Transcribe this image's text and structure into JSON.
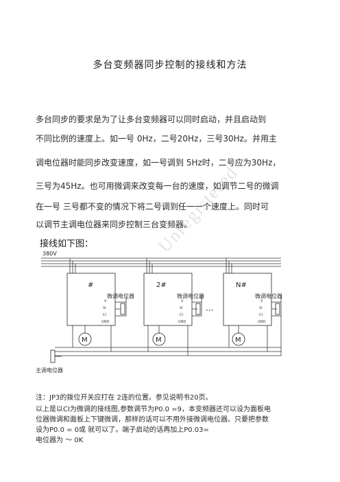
{
  "document": {
    "title": "多台变频器同步控制的接线和方法",
    "paragraphs": [
      "多台同步的要求是为了让多台变频器可以同时启动，并且启动到",
      "不同比例的速度上。如一号  0Hz，二号20Hz，三号30Hz。并用主",
      "调电位器时能同步改变速度，如一号调到  5Hz时，二号应为30Hz，",
      "三号为45Hz。也可用微调来改变每一台的速度，如调节二号的微调",
      "在一号    三号都不变的情况下将二号调到任一一个速度上。同时可",
      "以调节主调电位器来同步控制三台变频器。"
    ],
    "subheading": "接线如下图：",
    "watermark": "Unregistered",
    "notes": [
      "注：JP3的拨位开关应打在      2连的位置。参见说明书20页。",
      "以上是以CI为微调的接线图,参数调节为P0.0   =9，本变频器还可以设为面板电",
      "位器微调和面板上下键微调，那样的话可以不用外接微调电位器。只要把参数",
      "设为P0.0   =   0或    就可以了。端子启动的话再加上P0.03=",
      "电位器为  ～  0K"
    ]
  },
  "diagram": {
    "supply_label": "380V",
    "units": [
      {
        "label": "#",
        "fine_pot": "微调电位器",
        "motor": "M"
      },
      {
        "label": "2#",
        "fine_pot": "微调电位器",
        "motor": "M"
      },
      {
        "label": "N#",
        "fine_pot": "微调电位器",
        "motor": "M"
      }
    ],
    "ellipsis": "···",
    "main_pot": "主调电位器",
    "terminals": [
      "V",
      "Vi",
      "CI",
      "GND"
    ]
  }
}
